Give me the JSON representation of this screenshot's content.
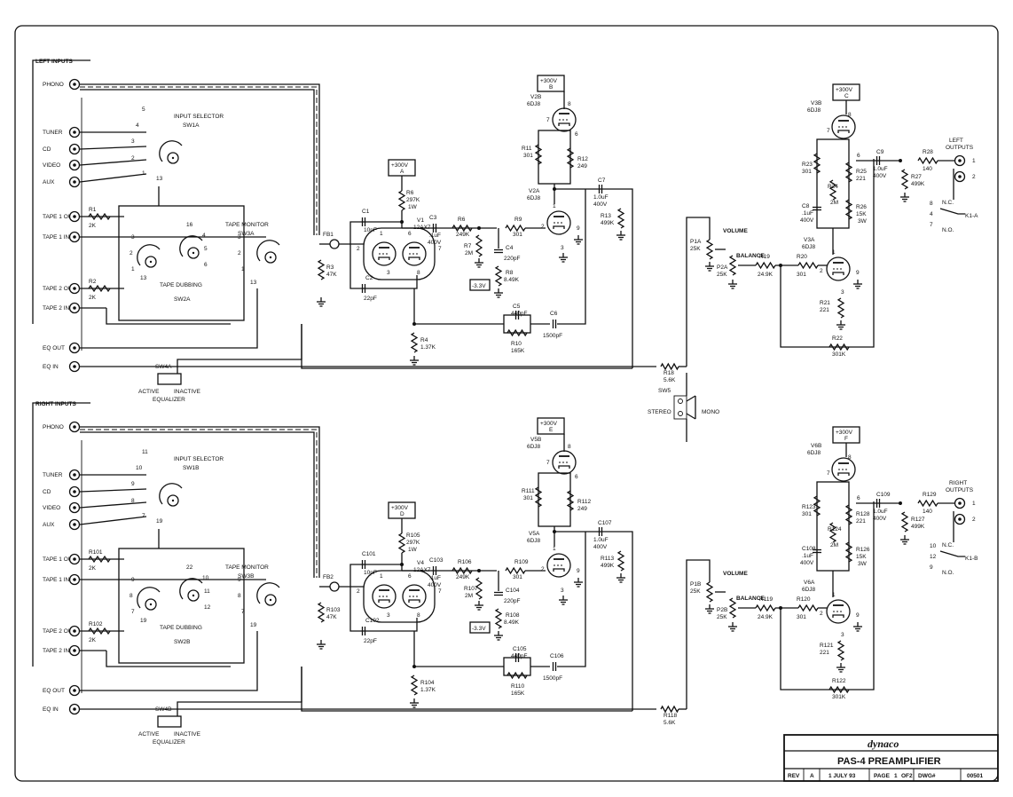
{
  "left": {
    "section": "LEFT INPUTS",
    "jacks": [
      "PHONO",
      "TUNER",
      "CD",
      "VIDEO",
      "AUX",
      "TAPE 1 OUT",
      "TAPE 1 IN",
      "TAPE 2 OUT",
      "TAPE 2 IN",
      "EQ OUT",
      "EQ IN"
    ],
    "input_selector": [
      "INPUT SELECTOR",
      "SW1A"
    ],
    "tape_dubbing": [
      "TAPE DUBBING",
      "SW2A"
    ],
    "tape_monitor": [
      "TAPE MONITOR",
      "SW3A"
    ],
    "sel_pins": [
      "5",
      "4",
      "3",
      "2",
      "1",
      "13"
    ],
    "dub_pins": [
      "3",
      "2",
      "1",
      "13",
      "16",
      "4",
      "5",
      "6"
    ],
    "mon_pins": [
      "3",
      "2",
      "1",
      "13"
    ],
    "r1": [
      "R1",
      "2K"
    ],
    "r2": [
      "R2",
      "2K"
    ],
    "r3": [
      "R3",
      "47K"
    ],
    "fb": "FB1",
    "sw4": "SW4A",
    "active": "ACTIVE",
    "inactive": "INACTIVE",
    "equalizer": "EQUALIZER",
    "supply_a": [
      "+300V",
      "A"
    ],
    "r6": [
      "R6",
      "297K",
      "1W"
    ],
    "c1": [
      "C1",
      "10pF"
    ],
    "c2": [
      "C2",
      "22pF"
    ],
    "tube1": [
      "V1",
      "12AX7"
    ],
    "tube1_pins": [
      "2",
      "1",
      "6",
      "7",
      "3",
      "8"
    ],
    "c3": [
      "C3",
      ".1uF",
      "400V"
    ],
    "r6b": [
      "R6",
      "249K"
    ],
    "r7": [
      "R7",
      "2M"
    ],
    "r9": [
      "R9",
      "301"
    ],
    "c4": [
      "C4",
      "220pF"
    ],
    "r8": [
      "R8",
      "8.49K"
    ],
    "bias": "-3.3V",
    "r4": [
      "R4",
      "1.37K"
    ],
    "c5": [
      "C5",
      "440pF"
    ],
    "r10": [
      "R10",
      "165K"
    ],
    "c6": [
      "C6",
      "1500pF"
    ],
    "supply_b": [
      "+300V",
      "B"
    ],
    "v2b": [
      "V2B",
      "6DJ8"
    ],
    "v2b_pins": [
      "8",
      "7",
      "6"
    ],
    "r11": [
      "R11",
      "301"
    ],
    "r12": [
      "R12",
      "249"
    ],
    "v2a": [
      "V2A",
      "6DJ8"
    ],
    "v2a_pins": [
      "1",
      "2",
      "3",
      "9"
    ],
    "c7": [
      "C7",
      "1.0uF",
      "400V"
    ],
    "r13": [
      "R13",
      "499K"
    ],
    "vol": [
      "VOLUME",
      "P1A",
      "25K"
    ],
    "bal": [
      "BALANCE",
      "P2A",
      "25K"
    ],
    "r19": [
      "R19",
      "24.9K"
    ],
    "r20": [
      "R20",
      "301"
    ],
    "supply_c": [
      "+300V",
      "C"
    ],
    "v3b": [
      "V3B",
      "6DJ8"
    ],
    "v3b_pins": [
      "8",
      "7",
      "6"
    ],
    "r23": [
      "R23",
      "301"
    ],
    "r25": [
      "R25",
      "221"
    ],
    "r24": [
      "R24",
      "2M"
    ],
    "c8": [
      "C8",
      ".1uF",
      "400V"
    ],
    "r26": [
      "R26",
      "15K",
      "3W"
    ],
    "v3a": [
      "V3A",
      "6DJ8"
    ],
    "v3a_pins": [
      "1",
      "2",
      "3",
      "9"
    ],
    "r21": [
      "R21",
      "221"
    ],
    "r22": [
      "R22",
      "301K"
    ],
    "c9": [
      "C9",
      "1.0uF",
      "400V"
    ],
    "r28": [
      "R28",
      "140"
    ],
    "r27": [
      "R27",
      "499K"
    ],
    "outputs": [
      "LEFT",
      "OUTPUTS"
    ],
    "out_pins": [
      "1",
      "2"
    ],
    "relay": [
      "N.C.",
      "N.O.",
      "K1-A"
    ],
    "relay_pins": [
      "8",
      "4",
      "7"
    ],
    "r18": [
      "R18",
      "5.6K"
    ]
  },
  "right": {
    "section": "RIGHT INPUTS",
    "jacks": [
      "PHONO",
      "TUNER",
      "CD",
      "VIDEO",
      "AUX",
      "TAPE 1 OUT",
      "TAPE 1 IN",
      "TAPE 2 OUT",
      "TAPE 2 IN",
      "EQ OUT",
      "EQ IN"
    ],
    "input_selector": [
      "INPUT SELECTOR",
      "SW1B"
    ],
    "tape_dubbing": [
      "TAPE DUBBING",
      "SW2B"
    ],
    "tape_monitor": [
      "TAPE MONITOR",
      "SW3B"
    ],
    "sel_pins": [
      "11",
      "10",
      "9",
      "8",
      "7",
      "19"
    ],
    "dub_pins": [
      "9",
      "8",
      "7",
      "19",
      "22",
      "10",
      "11",
      "12"
    ],
    "mon_pins": [
      "9",
      "8",
      "7",
      "19"
    ],
    "r1": [
      "R101",
      "2K"
    ],
    "r2": [
      "R102",
      "2K"
    ],
    "r3": [
      "R103",
      "47K"
    ],
    "fb": "FB2",
    "sw4": "SW4B",
    "active": "ACTIVE",
    "inactive": "INACTIVE",
    "equalizer": "EQUALIZER",
    "supply_a": [
      "+300V",
      "D"
    ],
    "r6": [
      "R105",
      "297K",
      "1W"
    ],
    "c1": [
      "C101",
      "10pF"
    ],
    "c2": [
      "C102",
      "22pF"
    ],
    "tube1": [
      "V4",
      "12AX7"
    ],
    "tube1_pins": [
      "2",
      "1",
      "6",
      "7",
      "3",
      "8"
    ],
    "c3": [
      "C103",
      ".1uF",
      "400V"
    ],
    "r6b": [
      "R106",
      "249K"
    ],
    "r7": [
      "R107",
      "2M"
    ],
    "r9": [
      "R109",
      "301"
    ],
    "c4": [
      "C104",
      "220pF"
    ],
    "r8": [
      "R108",
      "8.49K"
    ],
    "bias": "-3.3V",
    "r4": [
      "R104",
      "1.37K"
    ],
    "c5": [
      "C105",
      "440pF"
    ],
    "r10": [
      "R110",
      "165K"
    ],
    "c6": [
      "C106",
      "1500pF"
    ],
    "supply_b": [
      "+300V",
      "E"
    ],
    "v2b": [
      "V5B",
      "6DJ8"
    ],
    "v2b_pins": [
      "8",
      "7",
      "6"
    ],
    "r11": [
      "R111",
      "301"
    ],
    "r12": [
      "R112",
      "249"
    ],
    "v2a": [
      "V5A",
      "6DJ8"
    ],
    "v2a_pins": [
      "1",
      "2",
      "3",
      "9"
    ],
    "c7": [
      "C107",
      "1.0uF",
      "400V"
    ],
    "r13": [
      "R113",
      "499K"
    ],
    "vol": [
      "VOLUME",
      "P1B",
      "25K"
    ],
    "bal": [
      "BALANCE",
      "P2B",
      "25K"
    ],
    "r19": [
      "R119",
      "24.9K"
    ],
    "r20": [
      "R120",
      "301"
    ],
    "supply_c": [
      "+300V",
      "F"
    ],
    "v3b": [
      "V6B",
      "6DJ8"
    ],
    "v3b_pins": [
      "8",
      "7",
      "6"
    ],
    "r23": [
      "R123",
      "301"
    ],
    "r25": [
      "R128",
      "221"
    ],
    "r24": [
      "R124",
      "2M"
    ],
    "c8": [
      "C108",
      ".1uF",
      "400V"
    ],
    "r26": [
      "R126",
      "15K",
      "3W"
    ],
    "v3a": [
      "V6A",
      "6DJ8"
    ],
    "v3a_pins": [
      "1",
      "2",
      "3",
      "9"
    ],
    "r21": [
      "R121",
      "221"
    ],
    "r22": [
      "R122",
      "301K"
    ],
    "c9": [
      "C109",
      "1.0uF",
      "400V"
    ],
    "r28": [
      "R129",
      "140"
    ],
    "r27": [
      "R127",
      "499K"
    ],
    "outputs": [
      "RIGHT",
      "OUTPUTS"
    ],
    "out_pins": [
      "1",
      "2"
    ],
    "relay": [
      "N.C.",
      "N.O.",
      "K1-B"
    ],
    "relay_pins": [
      "10",
      "12",
      "9"
    ],
    "r18": [
      "R118",
      "5.6K"
    ]
  },
  "stereo_switch": {
    "name": "SW5",
    "stereo": "STEREO",
    "mono": "MONO"
  },
  "title_block": {
    "brand": "dynaco",
    "title": "PAS-4 PREAMPLIFIER",
    "row": [
      "REV",
      "A",
      "1 JULY 93",
      "PAGE",
      "1",
      "OF",
      "2",
      "DWG#",
      "00501"
    ]
  }
}
